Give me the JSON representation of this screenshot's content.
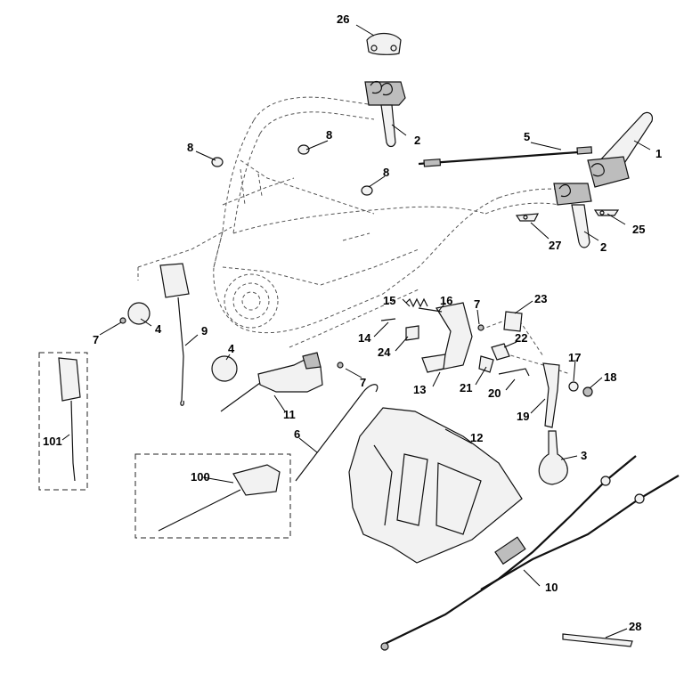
{
  "diagram": {
    "callouts": {
      "c1": "1",
      "c2a": "2",
      "c2b": "2",
      "c3": "3",
      "c4a": "4",
      "c4b": "4",
      "c5": "5",
      "c6": "6",
      "c7a": "7",
      "c7b": "7",
      "c7c": "7",
      "c8a": "8",
      "c8b": "8",
      "c8c": "8",
      "c9": "9",
      "c10": "10",
      "c11": "11",
      "c12": "12",
      "c13": "13",
      "c14": "14",
      "c15": "15",
      "c16": "16",
      "c17": "17",
      "c18": "18",
      "c19": "19",
      "c20": "20",
      "c21": "21",
      "c22": "22",
      "c23": "23",
      "c24": "24",
      "c25": "25",
      "c26": "26",
      "c27": "27",
      "c28": "28",
      "c100": "100",
      "c101": "101"
    }
  }
}
